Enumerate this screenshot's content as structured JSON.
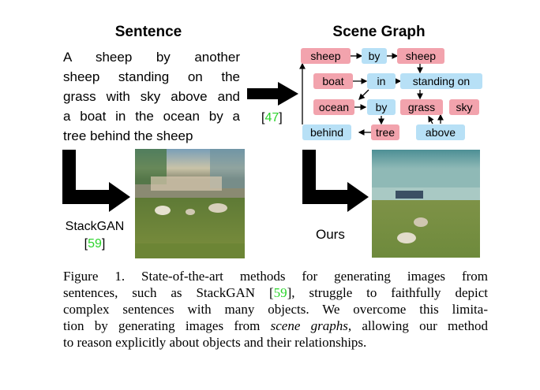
{
  "headings": {
    "sentence": "Sentence",
    "scene_graph": "Scene Graph"
  },
  "sentence_lines": [
    "A sheep by another",
    "sheep standing on the",
    "grass with sky above and",
    "a boat in the ocean by a",
    "tree behind the sheep"
  ],
  "scene_graph": {
    "nodes": {
      "sheep1": "sheep",
      "by1": "by",
      "sheep2": "sheep",
      "boat": "boat",
      "in": "in",
      "standing_on": "standing on",
      "ocean": "ocean",
      "by2": "by",
      "grass": "grass",
      "sky": "sky",
      "behind": "behind",
      "tree": "tree",
      "above": "above"
    },
    "colors": {
      "object": "#f2a3ad",
      "relation": "#b7e0f6"
    }
  },
  "refs": {
    "graph_ref": "47",
    "stack_ref": "59"
  },
  "labels": {
    "stackgan": "StackGAN",
    "ours": "Ours"
  },
  "caption": {
    "line1": "Figure 1.   State-of-the-art methods for generating images from",
    "line2a": "sentences, such as StackGAN [",
    "line2ref": "59",
    "line2b": "], struggle to faithfully depict",
    "line3": "complex sentences with many objects. We overcome this limita-",
    "line4a": "tion by generating images from ",
    "line4i": "scene graphs",
    "line4b": ", allowing our method",
    "line5": "to reason explicitly about objects and their relationships."
  }
}
